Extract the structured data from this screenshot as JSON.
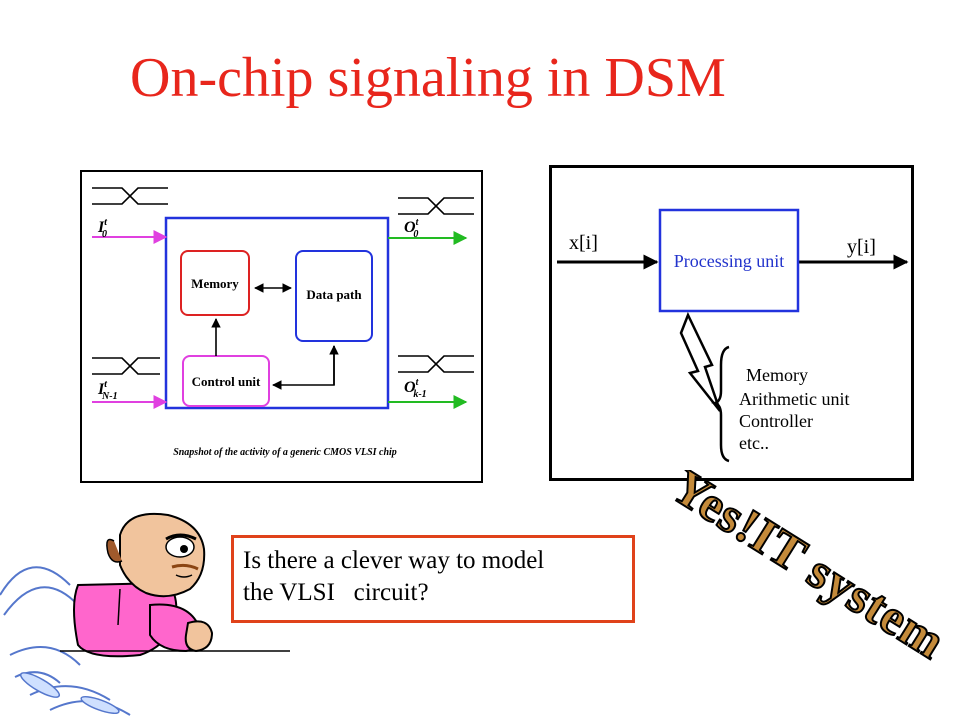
{
  "slide": {
    "title": "On-chip signaling in DSM",
    "callout": {
      "line1": "Is there a clever way to model",
      "line2": "the VLSI   circuit?"
    },
    "stamp_text": "Yes!IT system"
  },
  "left_diagram": {
    "blocks": {
      "memory": "Memory",
      "datapath": "Data path",
      "control": "Control unit"
    },
    "input_top": "I",
    "input_top_sup": "t",
    "input_top_sub": "0",
    "input_bottom": "I",
    "input_bottom_sup": "t",
    "input_bottom_sub": "N-1",
    "output_top": "O",
    "output_top_sup": "t",
    "output_top_sub": "0",
    "output_bottom": "O",
    "output_bottom_sup": "t",
    "output_bottom_sub": "k-1",
    "caption": "Snapshot of the activity of a generic CMOS VLSI chip",
    "colors": {
      "input_arrow": "#e040e0",
      "output_arrow": "#22bb22",
      "chip_border": "#2233dd",
      "memory_border": "#dd2222",
      "control_border": "#e040e0"
    }
  },
  "right_diagram": {
    "input_label": "x[i]",
    "output_label": "y[i]",
    "unit_label": "Processing unit",
    "components": [
      "Memory",
      "Arithmetic unit",
      "Controller",
      "etc.."
    ],
    "colors": {
      "unit_border": "#2233dd",
      "unit_text": "#2233cc"
    }
  }
}
